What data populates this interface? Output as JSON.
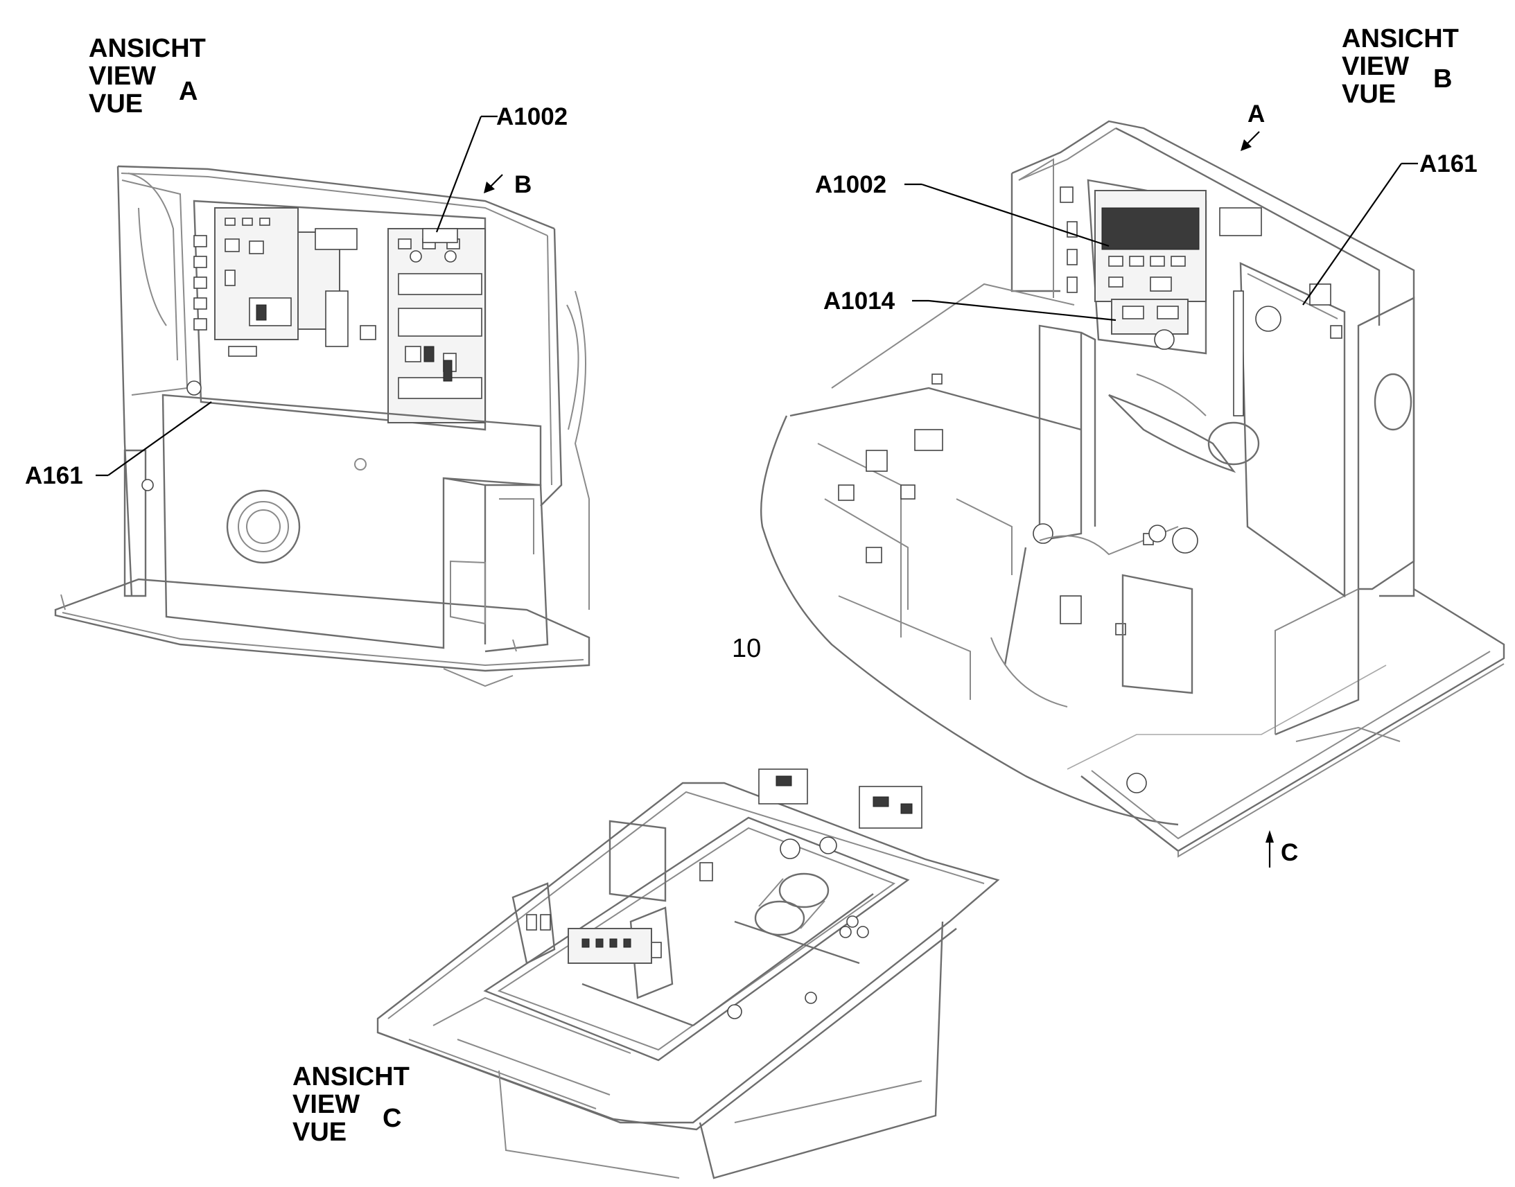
{
  "views": {
    "a": {
      "line1": "ANSICHT",
      "line2": "VIEW",
      "line3": "VUE",
      "letter": "A"
    },
    "b": {
      "line1": "ANSICHT",
      "line2": "VIEW",
      "line3": "VUE",
      "letter": "B"
    },
    "c": {
      "line1": "ANSICHT",
      "line2": "VIEW",
      "line3": "VUE",
      "letter": "C"
    }
  },
  "callouts": {
    "view_a_a1002": "A1002",
    "view_a_a161": "A161",
    "view_a_arrow_b": "B",
    "view_b_a1002": "A1002",
    "view_b_a1014": "A1014",
    "view_b_a161": "A161",
    "view_b_arrow_a": "A",
    "view_b_arrow_c": "C",
    "item_number": "10"
  },
  "colors": {
    "ink": "#000000",
    "drawing": "#8a8a8a",
    "background": "#ffffff"
  }
}
